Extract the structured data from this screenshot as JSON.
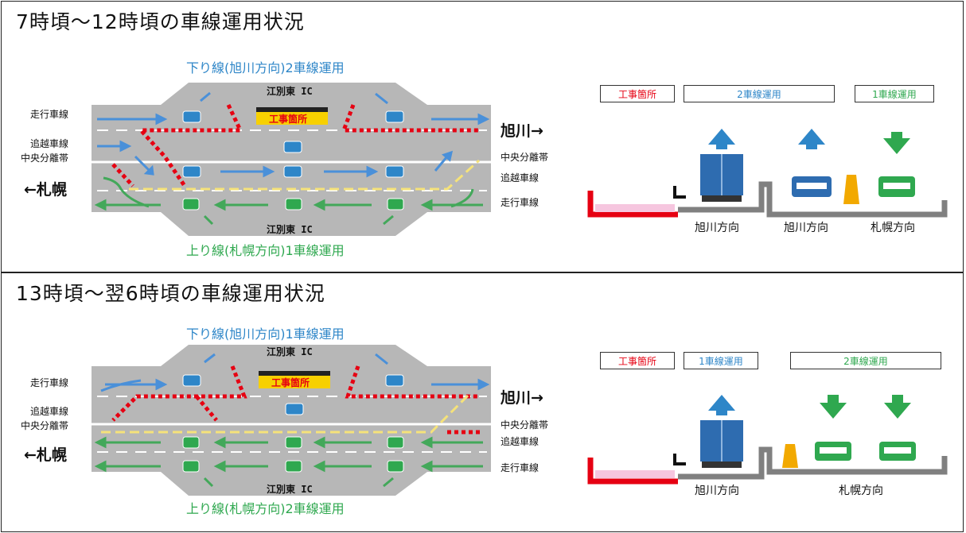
{
  "panel1": {
    "title": "7時頃〜12時頃の車線運用状況",
    "down_label": "下り線(旭川方向)2車線運用",
    "up_label": "上り線(札幌方向)1車線運用",
    "ic_top": "江別東 IC",
    "ic_bottom": "江別東 IC",
    "work_sign": "工事箇所",
    "left_labels": [
      "走行車線",
      "追越車線",
      "中央分離帯"
    ],
    "right_labels": [
      "中央分離帯",
      "追越車線",
      "走行車線"
    ],
    "city_left": "←札幌",
    "city_right": "旭川→",
    "legend": {
      "work": "工事箇所",
      "a": "2車線運用",
      "b": "1車線運用"
    },
    "captions": [
      "旭川方向",
      "旭川方向",
      "札幌方向"
    ]
  },
  "panel2": {
    "title": "13時頃〜翌6時頃の車線運用状況",
    "down_label": "下り線(旭川方向)1車線運用",
    "up_label": "上り線(札幌方向)2車線運用",
    "ic_top": "江別東 IC",
    "ic_bottom": "江別東 IC",
    "work_sign": "工事箇所",
    "left_labels": [
      "走行車線",
      "追越車線",
      "中央分離帯"
    ],
    "right_labels": [
      "中央分離帯",
      "追越車線",
      "走行車線"
    ],
    "city_left": "←札幌",
    "city_right": "旭川→",
    "legend": {
      "work": "工事箇所",
      "a": "1車線運用",
      "b": "2車線運用"
    },
    "captions": [
      "旭川方向",
      "札幌方向"
    ]
  },
  "colors": {
    "blue": "#2e86c8",
    "green": "#2fa84f",
    "red": "#e60012",
    "road": "#b4b4b4",
    "barrier": "#f5e27a"
  }
}
